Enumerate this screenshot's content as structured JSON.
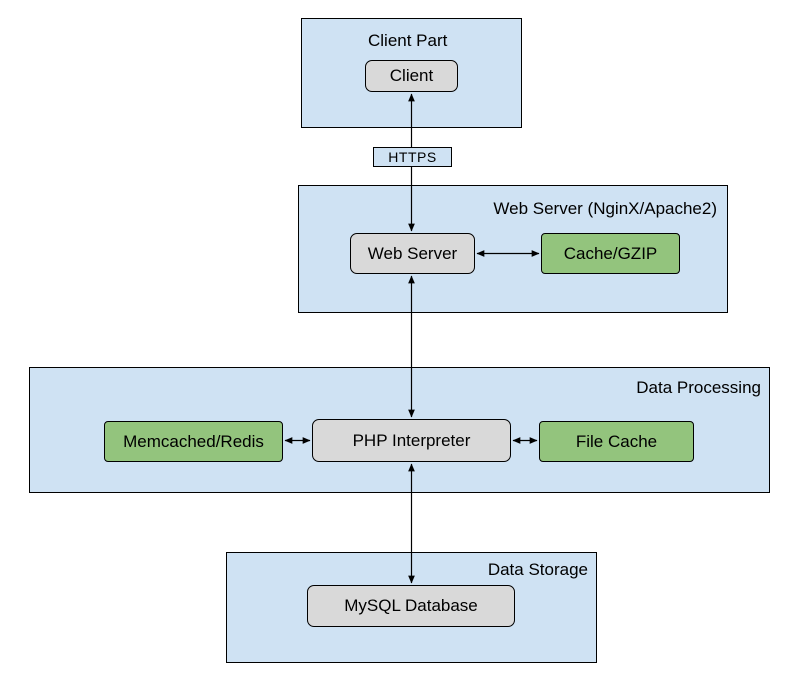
{
  "groups": {
    "client": {
      "title": "Client Part"
    },
    "web": {
      "title": "Web Server (NginX/Apache2)"
    },
    "processing": {
      "title": "Data Processing"
    },
    "storage": {
      "title": "Data Storage"
    }
  },
  "nodes": {
    "client": "Client",
    "web_server": "Web Server",
    "cache_gzip": "Cache/GZIP",
    "memcached": "Memcached/Redis",
    "php": "PHP Interpreter",
    "file_cache": "File Cache",
    "mysql": "MySQL Database"
  },
  "connection_labels": {
    "https": "HTTPS"
  },
  "colors": {
    "group_fill": "#cfe2f3",
    "node_fill": "#d9d9d9",
    "accent_node_fill": "#93c47d",
    "stroke": "#000000"
  }
}
